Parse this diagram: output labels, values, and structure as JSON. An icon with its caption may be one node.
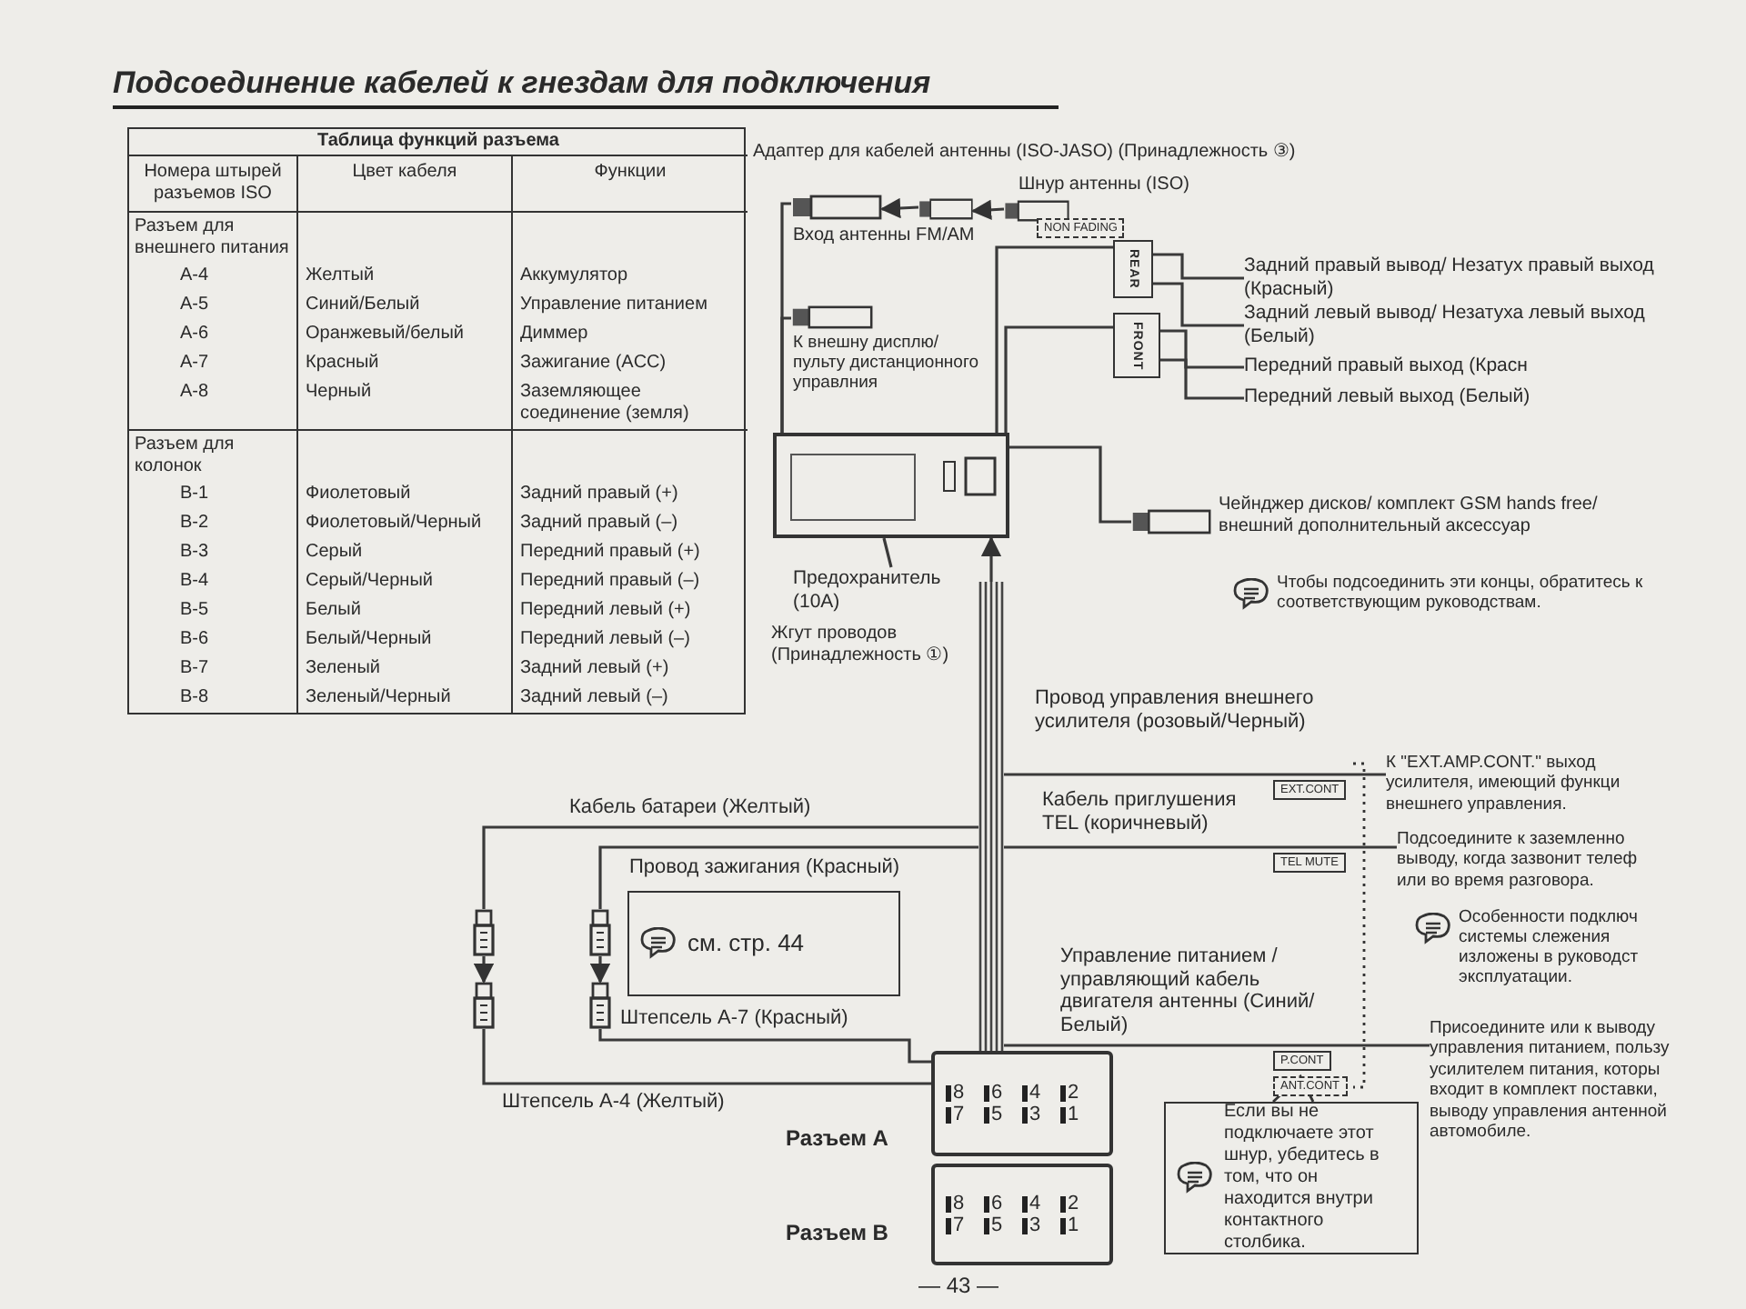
{
  "diagram": {
    "title": "Подсоединение кабелей к гнездам для подключения",
    "nodes": [
      {
        "text": [],
        "shape": "box"
      },
      {
        "text": [],
        "shape": "box",
        "beside": [
          "Вход антенны FM/AM"
        ]
      },
      {
        "text": [],
        "shape": "box",
        "beside": [
          "Адаптер для кабелей антенны (ISO-JASO) (Принадлежность ③)"
        ]
      },
      {
        "text": [],
        "shape": "box",
        "beside": [
          "Шнур антенны (ISO)"
        ]
      },
      {
        "text": [],
        "shape": "box",
        "beside": [
          "К внешну дисплю/ пульту дистанционного управлния"
        ]
      },
      {
        "text": [
          "REAR"
        ]
      },
      {
        "text": [
          "FRONT"
        ]
      },
      {
        "text": [
          "Задний правый вывод/ Незатух правый выход (Красный)"
        ]
      },
      {
        "text": [
          "Задний левый вывод/ Незатуха левый выход (Белый)"
        ]
      },
      {
        "text": [
          "Передний правый выход (Красн"
        ]
      },
      {
        "text": [
          "Передний левый выход (Белый)"
        ]
      },
      {
        "text": [],
        "shape": "box",
        "beside": [
          "Чейнджер дисков/ комплект GSM hands free/ внешний дополнительный аксессуар"
        ]
      },
      {
        "text": [
          "Предохранитель (10A)"
        ]
      },
      {
        "text": [],
        "shape": "bar"
      },
      {
        "text": [
          "К \"EXT.AMP.CONT.\" выход усилителя, имеющий функци внешнего управления."
        ]
      },
      {
        "text": [
          "Подсоедините к заземленно выводу, когда зазвонит телеф или во время разговора."
        ]
      },
      {
        "text": [
          "Присоедините или к выводу управления питанием, пользу усилителем питания, которы входит в комплект поставки, выводу управления антенной автомобиле."
        ]
      },
      {
        "text": [
          "Если вы не подключаете этот шнур, убедитесь в том, что он находится внутри контактного столбика."
        ]
      },
      {
        "text": [],
        "shape": "box",
        "beside": [
          "Разъем A"
        ]
      },
      {
        "text": [],
        "shape": "box",
        "beside": [
          "Разъем B"
        ]
      },
      {
        "text": [],
        "shape": "picture"
      },
      {
        "text": [],
        "shape": "picture"
      },
      {
        "text": [],
        "shape": "picture"
      },
      {
        "text": [],
        "shape": "picture"
      },
      {
        "text": [
          "см. стр. 44"
        ]
      }
    ],
    "edges": [
      {
        "from": 0,
        "to": 1,
        "arrow": "none"
      },
      {
        "from": 3,
        "to": 2,
        "arrow": "to"
      },
      {
        "from": 2,
        "to": 1,
        "arrow": "to"
      },
      {
        "from": 0,
        "to": 4,
        "arrow": "none"
      },
      {
        "from": 0,
        "to": 5,
        "arrow": "none"
      },
      {
        "from": 0,
        "to": 6,
        "arrow": "none"
      },
      {
        "from": 5,
        "to": 7,
        "arrow": "none"
      },
      {
        "from": 5,
        "to": 8,
        "arrow": "none"
      },
      {
        "from": 6,
        "to": 9,
        "arrow": "none"
      },
      {
        "from": 6,
        "to": 10,
        "arrow": "none"
      },
      {
        "from": 0,
        "to": 11,
        "arrow": "none"
      },
      {
        "from": 12,
        "to": 0,
        "arrow": "none"
      },
      {
        "from": 13,
        "to": 0,
        "arrow": "to"
      },
      {
        "from": 13,
        "to": 14,
        "arrow": "none",
        "label": "Провод управления внешнего усилителя (розовый/Черный)"
      },
      {
        "from": 13,
        "to": 15,
        "arrow": "none",
        "label": "Кабель приглушения TEL (коричневый)"
      },
      {
        "from": 13,
        "to": 16,
        "arrow": "none",
        "label": "Управление питанием /управляющий кабель двигателя антенны (Синий/Белый)"
      },
      {
        "from": 13,
        "to": 20,
        "arrow": "none",
        "label": "Кабель батареи (Желтый)"
      },
      {
        "from": 20,
        "to": 21,
        "arrow": "to"
      },
      {
        "from": 21,
        "to": 18,
        "arrow": "none",
        "label": "Штепсель A-4 (Желтый)"
      },
      {
        "from": 13,
        "to": 22,
        "arrow": "none",
        "label": "Провод зажигания (Красный)"
      },
      {
        "from": 22,
        "to": 23,
        "arrow": "to"
      },
      {
        "from": 23,
        "to": 18,
        "arrow": "none",
        "label": "Штепсель A-7 (Красный)"
      }
    ],
    "labels": [
      "Таблица функций разъема",
      "Номера штырей разъемов ISO",
      "Цвет кабеля",
      "Функции",
      "Разъем для внешнего питания",
      "A-4",
      "Желтый",
      "Аккумулятор",
      "A-5",
      "Синий/Белый",
      "Управление питанием",
      "A-6",
      "Оранжевый/белый",
      "Диммер",
      "A-7",
      "Красный",
      "Зажигание (ACC)",
      "A-8",
      "Черный",
      "Заземляющее соединение (земля)",
      "Разъем для колонок",
      "B-1",
      "Фиолетовый",
      "Задний правый (+)",
      "B-2",
      "Фиолетовый/Черный",
      "Задний правый (–)",
      "B-3",
      "Серый",
      "Передний правый (+)",
      "B-4",
      "Серый/Черный",
      "Передний правый (–)",
      "B-5",
      "Белый",
      "Передний левый (+)",
      "B-6",
      "Белый/Черный",
      "Передний левый (–)",
      "B-7",
      "Зеленый",
      "Задний левый (+)",
      "B-8",
      "Зеленый/Черный",
      "Задний левый (–)",
      "NON FADING",
      "Чтобы подсоединить эти концы, обратитесь к соответствующим руководствам.",
      "EXT.CONT",
      "TEL MUTE",
      "Особенности подключ системы слежения изложены в руководст эксплуатации.",
      "P.CONT",
      "ANT.CONT",
      "8",
      "6",
      "4",
      "2",
      "7",
      "5",
      "3",
      "1",
      "8",
      "6",
      "4",
      "2",
      "7",
      "5",
      "3",
      "1",
      "— 43 —",
      "Жгут проводов (Принадлежность ①)"
    ]
  }
}
